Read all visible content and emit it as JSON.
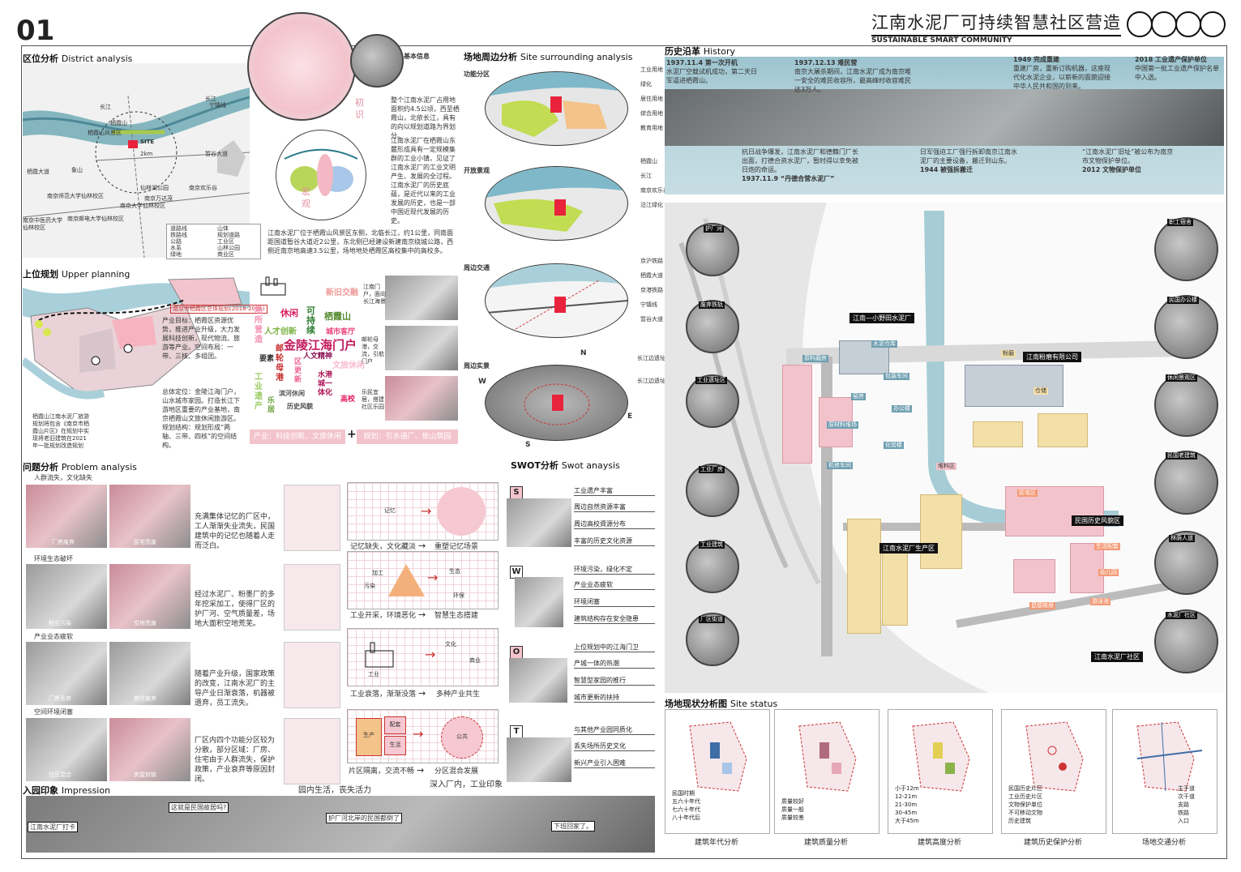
{
  "page_number": "01",
  "title_cn": "江南水泥厂可持续智慧社区营造",
  "title_en": "SUSTAINABLE SMART COMMUNITY",
  "district": {
    "heading_cn": "区位分析",
    "heading_en": "District analysis",
    "basic_info": "基本信息",
    "map_labels": [
      "长江",
      "长江",
      "栖霞山",
      "栖霞山风景区",
      "SITE",
      "2km",
      "宁镇线",
      "暂谷大道",
      "象山",
      "栖霞大道",
      "南京师范大学仙林校区",
      "南京大学仙林校区",
      "南京邮电大学仙林校区",
      "南京中医药大学仙林校区",
      "仙林湖公园",
      "南京万达茂",
      "南京欢乐谷"
    ],
    "text1": "整个江南水泥厂占用地面积约4.5公顷，西至栖霞山，北依长江，具有的向以规划道路为界划分。",
    "text2": "江南水泥厂在栖霞山东麓形成具有一定规模集群的工业小镇，见证了江南水泥厂的工业文明产生、发展的全过程。江南水泥厂的历史底蕴，是近代以来的工业发展的历史，也是一部中国近现代发展的历史。",
    "text3": "江南水泥厂位于栖霞山风景区东侧，北临长江，约1公里，同南面距国道暂谷大道近2公里，东北侧已经建设新建南京绕城公路，西侧近南京地高速3.5公里，场地地处栖霞区高校集中的高校多。",
    "side_words": [
      "初",
      "识",
      "宏",
      "观"
    ],
    "legend": [
      "道路线",
      "铁路线",
      "公路",
      "水系",
      "绿地",
      "山体",
      "规划道路",
      "工业区",
      "山林公园",
      "商业区"
    ]
  },
  "site_surrounding": {
    "heading_cn": "场地周边分析",
    "heading_en": "Site surrounding analysis",
    "sub1": "功能分区",
    "legend1": [
      "工业用地",
      "绿化",
      "居住用地",
      "综合用地",
      "教育用地"
    ],
    "sub2": "开放景观",
    "legend2": [
      "栖霞山",
      "长江",
      "南京欢乐谷",
      "沿江绿化"
    ],
    "sub3": "周边交通",
    "legend3": [
      "京沪铁路",
      "栖霞大道",
      "京港铁路",
      "宁镇线",
      "暂谷大道"
    ],
    "sub4": "周边实景",
    "legend4": [
      "长江边遗址",
      "长江边遗址"
    ],
    "compass": [
      "N",
      "E",
      "S",
      "W"
    ]
  },
  "history": {
    "heading_cn": "历史沿革",
    "heading_en": "History",
    "events": [
      {
        "date": "1937.11.4 第一次开机",
        "text": "水泥厂空载试机成功，第二天日军逼进栖霞山。"
      },
      {
        "date": "1937.12.13 难民营",
        "text": "南京大屠杀期间，江南水泥厂成为南京唯一安全的难民收容所，最高峰时收容难民达3万人。"
      },
      {
        "date": "1949 完成重建",
        "text": "重建厂房，重新订购机器，这座现代化水泥企业，以崭新的面貌迎接中华人民共和国的到来。"
      },
      {
        "date": "2018 工业遗产保护单位",
        "text": "中国第一批工业遗产保护名单中入选。"
      },
      {
        "date": "1937.11.9 “丹德合营水泥厂”",
        "text": "抗日战争爆发，江南水泥厂和德籍门厂长出面，打德合资水泥厂，暂时得以幸免被日炮的命运。"
      },
      {
        "date": "1944 被强拆搬迁",
        "text": "日军强迫工厂强行拆卸南京江南水泥厂的主要设备，搬迁到山东。"
      },
      {
        "date": "2012 文物保护单位",
        "text": "“江南水泥厂旧址”被公布为南京市文物保护单位。"
      }
    ]
  },
  "upper_planning": {
    "heading_cn": "上位规划",
    "heading_en": "Upper planning",
    "plan_caption": "南京市栖霞区总体规划(2018-2035)",
    "industry": "产业目标：栖霞区资源优势，推进产业升级，大力发展科技创新，现代物流、旅游等产业。空间布局：一带、三核、多组团。",
    "position": "总体定位：金陵江海门户，山水城市家园。打造长江下游地区重要的产业基地，南京栖霞山文旅休闲旅游区。规划结构：规划形成“两轴、三带、四核”的空间结构。",
    "bottom_note": "栖霞山江南水泥厂旅游规划将包含《南京市栖霞山片区》在规划中实现将老旧建筑在2021年一批规划改造规划",
    "word_cloud": [
      {
        "text": "金陵江海门户",
        "color": "#c2185b"
      },
      {
        "text": "可持续",
        "color": "#2e7d32"
      },
      {
        "text": "栖霞山",
        "color": "#558b2f"
      },
      {
        "text": "休闲",
        "color": "#d81b60"
      },
      {
        "text": "新旧交融",
        "color": "#ef9a9a"
      },
      {
        "text": "人才创新",
        "color": "#7cb342"
      },
      {
        "text": "城市客厅",
        "color": "#ec407a"
      },
      {
        "text": "场所营造",
        "color": "#f48fb1"
      },
      {
        "text": "邮轮母港",
        "color": "#c62828"
      },
      {
        "text": "人文精神",
        "color": "#880e4f"
      },
      {
        "text": "文旅休闲",
        "color": "#f8bbd0"
      },
      {
        "text": "要素",
        "color": "#333333"
      },
      {
        "text": "区更新",
        "color": "#f06292"
      },
      {
        "text": "水港城一体化",
        "color": "#ad1457"
      },
      {
        "text": "工业遗产",
        "color": "#9ccc65"
      },
      {
        "text": "滨河休闲",
        "color": "#555555"
      },
      {
        "text": "高校",
        "color": "#e91e63"
      },
      {
        "text": "乐居",
        "color": "#689f38"
      },
      {
        "text": "历史风貌",
        "color": "#444444"
      }
    ],
    "photo_captions": [
      "江南门户，面向长江海景",
      "邮轮母港，交流，引航门户",
      "乐民宜居，搭建社区乐园"
    ],
    "bar_industry": "产业：科技创新、文旅休闲",
    "bar_plan": "规划：引水通厂、依山筑园"
  },
  "problem": {
    "heading_cn": "问题分析",
    "heading_en": "Problem analysis",
    "items": [
      {
        "title": "人群流失，文化缺失",
        "captions": [
          "厂房废弃",
          "民宅荒废"
        ],
        "text": "充满集体记忆的厂区中，工人渐渐失业流失，民国建筑中的记忆也随着人走而泛白。",
        "result_a": "记忆缺失，文化藏淡",
        "result_b": "重塑记忆场景"
      },
      {
        "title": "环境生态破坏",
        "captions": [
          "粉尘污染",
          "空地荒废"
        ],
        "text": "经过水泥厂、粉墨厂的多年挖采加工，使得厂区的护厂河、空气质量差，场地大面积空地荒芜。",
        "result_a": "工业开采，环境恶化",
        "result_b": "智慧生态搭建"
      },
      {
        "title": "产业业态疲软",
        "captions": [
          "厂房丢弃",
          "商仓废弃"
        ],
        "text": "随着产业升级，国家政策的改变，江南水泥厂的主导产业日渐衰落，机器被遗弃，员工流失。",
        "result_a": "工业衰落，渐渐没落",
        "result_b": "多种产业共生"
      },
      {
        "title": "空间环境闭塞",
        "captions": [
          "住区混合",
          "房屋封锁"
        ],
        "text": "厂区内四个功能分区较为分散，部分区域：厂房、住宅由于人群流失，保护政策，产业衰弃等原因封闭。",
        "result_a": "片区隔离，交流不畅",
        "result_b": "分区混合发展"
      }
    ],
    "diagram_words": [
      "记忆",
      "加工",
      "污染",
      "生态",
      "环保",
      "工业",
      "文化",
      "商业",
      "生产",
      "配套",
      "生活",
      "公共"
    ]
  },
  "swot": {
    "heading_cn": "SWOT分析",
    "heading_en": "Swot anaysis",
    "groups": [
      {
        "letter": "S",
        "items": [
          "工业遗产丰富",
          "周边自然资源丰富",
          "周边高校資源分布",
          "丰富的历史文化资源"
        ]
      },
      {
        "letter": "W",
        "items": [
          "环境污染，绿化不定",
          "产业业态疲软",
          "环境闭塞",
          "建筑结构存在安全隐患"
        ]
      },
      {
        "letter": "O",
        "items": [
          "上位规划中的江海门卫",
          "产城一体的热潮",
          "智慧型家园的推行",
          "城市更新的扶持"
        ]
      },
      {
        "letter": "T",
        "items": [
          "与其他产业园同质化",
          "丢失场所历史文化",
          "新兴产业引入困难"
        ]
      }
    ]
  },
  "impression": {
    "heading_cn": "入园印象",
    "heading_en": "Impression",
    "quotes": [
      "江南水泥厂打卡",
      "这就是民国故居吗?",
      "园内生活，丧失活力",
      "护厂河北岸的民国都倒了",
      "深入厂内，工业印象",
      "下班回家了。"
    ]
  },
  "site_map": {
    "labels_black": [
      "江南—小野田水泥厂",
      "江南粉磨有限公司",
      "江南水泥厂生产区",
      "民国历史风貌区",
      "江南水泥厂社区"
    ],
    "labels_blue": [
      "水泥仓库",
      "原料磨房",
      "包装车间",
      "窑房",
      "办公楼",
      "原材料堆场",
      "化验楼",
      "机修车间",
      "粉磨",
      "仓储"
    ],
    "labels_pink": [
      "堆料区",
      "生活配套",
      "幼儿园",
      "游泳池",
      "昆德故居",
      "民宅区"
    ],
    "photo_labels": [
      "护厂河",
      "废弃铁轨",
      "工业遗址区",
      "工业厂房",
      "工业建筑",
      "厂区街道",
      "职工宿舍",
      "民国办公楼",
      "休闲景观区",
      "民国老建筑",
      "林荫人道",
      "水泥厂社区"
    ]
  },
  "site_status": {
    "heading_cn": "场地现状分析图",
    "heading_en": "Site status",
    "panels": [
      {
        "caption": "建筑年代分析",
        "legend": [
          "民国时期",
          "五六十年代",
          "七六十年代",
          "八十年代后"
        ]
      },
      {
        "caption": "建筑质量分析",
        "legend": [
          "质量较好",
          "质量一般",
          "质量较差"
        ]
      },
      {
        "caption": "建筑高度分析",
        "legend": [
          "小于12m",
          "12-21m",
          "21-30m",
          "30-45m",
          "大于45m"
        ]
      },
      {
        "caption": "建筑历史保护分析",
        "legend": [
          "民国历史片区",
          "工业历史片区",
          "文物保护单位",
          "不可移动文物",
          "历史建筑"
        ]
      },
      {
        "caption": "场地交通分析",
        "legend": [
          "主干道",
          "次干道",
          "支路",
          "铁路",
          "入口"
        ]
      }
    ]
  },
  "colors": {
    "accent_pink": "#e8a8b6",
    "accent_blue": "#6f9fb0",
    "accent_green": "#b8d659",
    "building_yellow": "#f3dfa8",
    "dark": "#111111"
  }
}
